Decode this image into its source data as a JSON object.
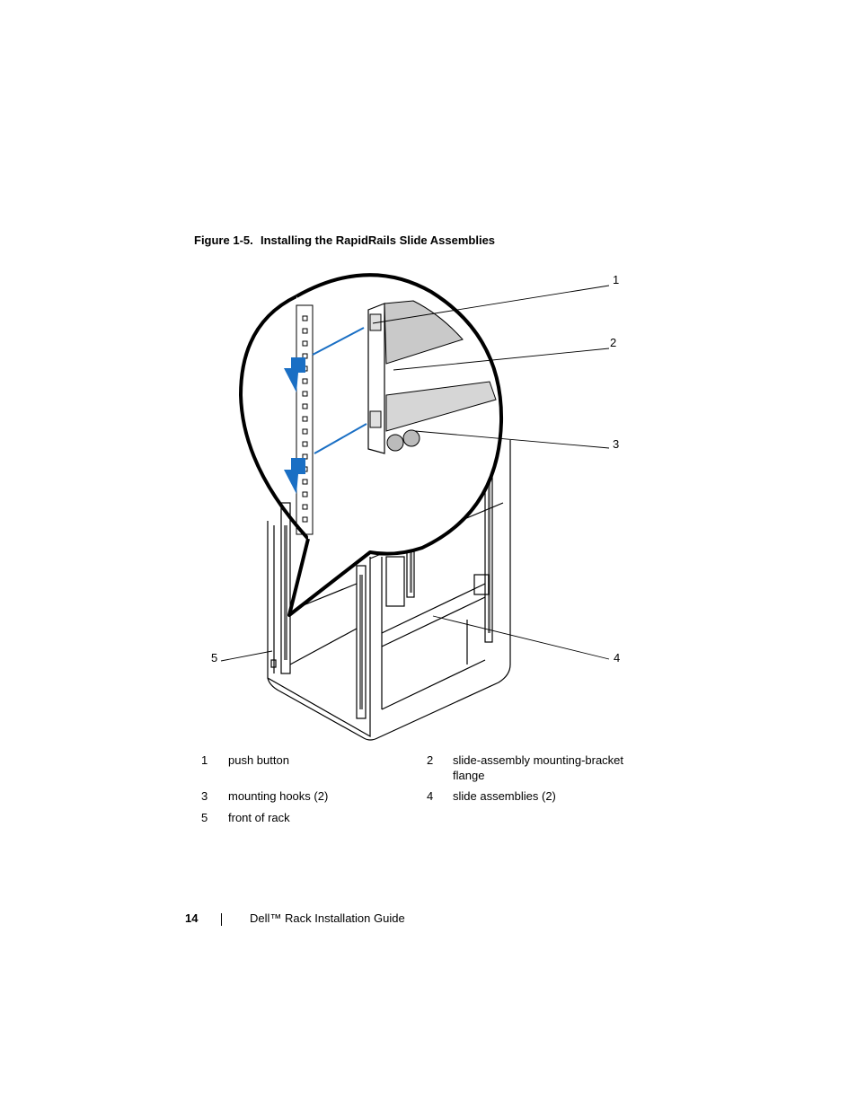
{
  "figure": {
    "number": "Figure 1-5.",
    "title": "Installing the RapidRails Slide Assemblies",
    "callouts": [
      "1",
      "2",
      "3",
      "4",
      "5"
    ]
  },
  "legend": [
    {
      "num": "1",
      "text": "push button"
    },
    {
      "num": "2",
      "text": "slide-assembly mounting-bracket",
      "text2": "flange"
    },
    {
      "num": "3",
      "text": "mounting hooks (2)"
    },
    {
      "num": "4",
      "text": "slide assemblies (2)"
    },
    {
      "num": "5",
      "text": "front of rack"
    }
  ],
  "footer": {
    "page_number": "14",
    "doc_title": "Dell™ Rack Installation Guide"
  },
  "colors": {
    "arrow_blue": "#1a6fc4"
  }
}
